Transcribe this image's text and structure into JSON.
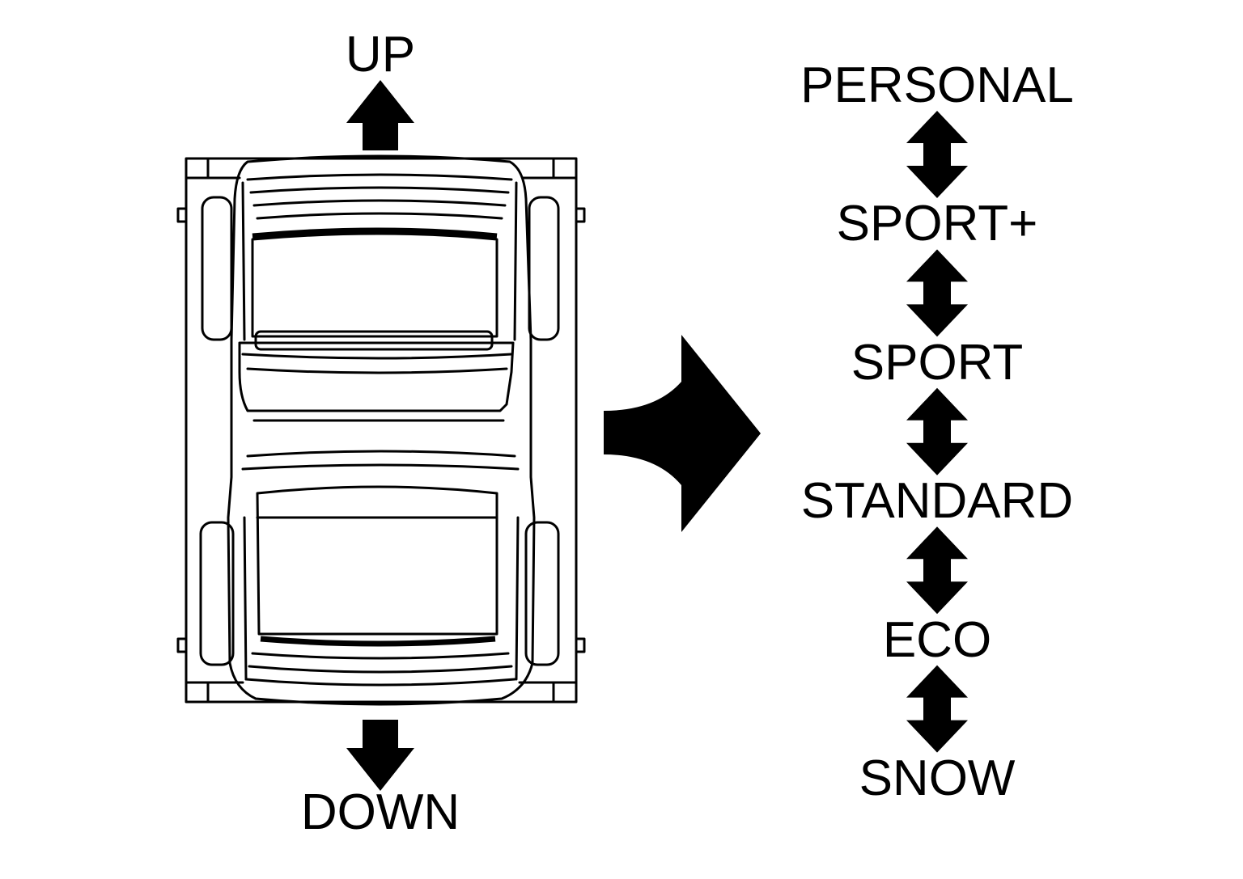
{
  "colors": {
    "ink": "#000000",
    "paper": "#ffffff"
  },
  "switch": {
    "up_label": "UP",
    "down_label": "DOWN"
  },
  "modes": [
    {
      "label": "PERSONAL"
    },
    {
      "label": "SPORT+"
    },
    {
      "label": "SPORT"
    },
    {
      "label": "STANDARD"
    },
    {
      "label": "ECO"
    },
    {
      "label": "SNOW"
    }
  ]
}
